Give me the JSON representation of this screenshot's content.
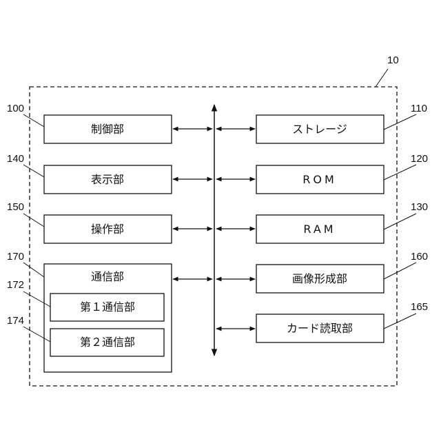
{
  "diagram": {
    "outer_ref": "10",
    "blocks": {
      "control": {
        "label": "制御部",
        "ref": "100"
      },
      "display": {
        "label": "表示部",
        "ref": "140"
      },
      "operation": {
        "label": "操作部",
        "ref": "150"
      },
      "communication": {
        "label": "通信部",
        "ref": "170"
      },
      "comm1": {
        "label": "第１通信部",
        "ref": "172"
      },
      "comm2": {
        "label": "第２通信部",
        "ref": "174"
      },
      "storage": {
        "label": "ストレージ",
        "ref": "110"
      },
      "rom": {
        "label": "ROM",
        "ref": "120"
      },
      "ram": {
        "label": "RAM",
        "ref": "130"
      },
      "image_forming": {
        "label": "画像形成部",
        "ref": "160"
      },
      "card_reader": {
        "label": "カード読取部",
        "ref": "165"
      }
    }
  }
}
